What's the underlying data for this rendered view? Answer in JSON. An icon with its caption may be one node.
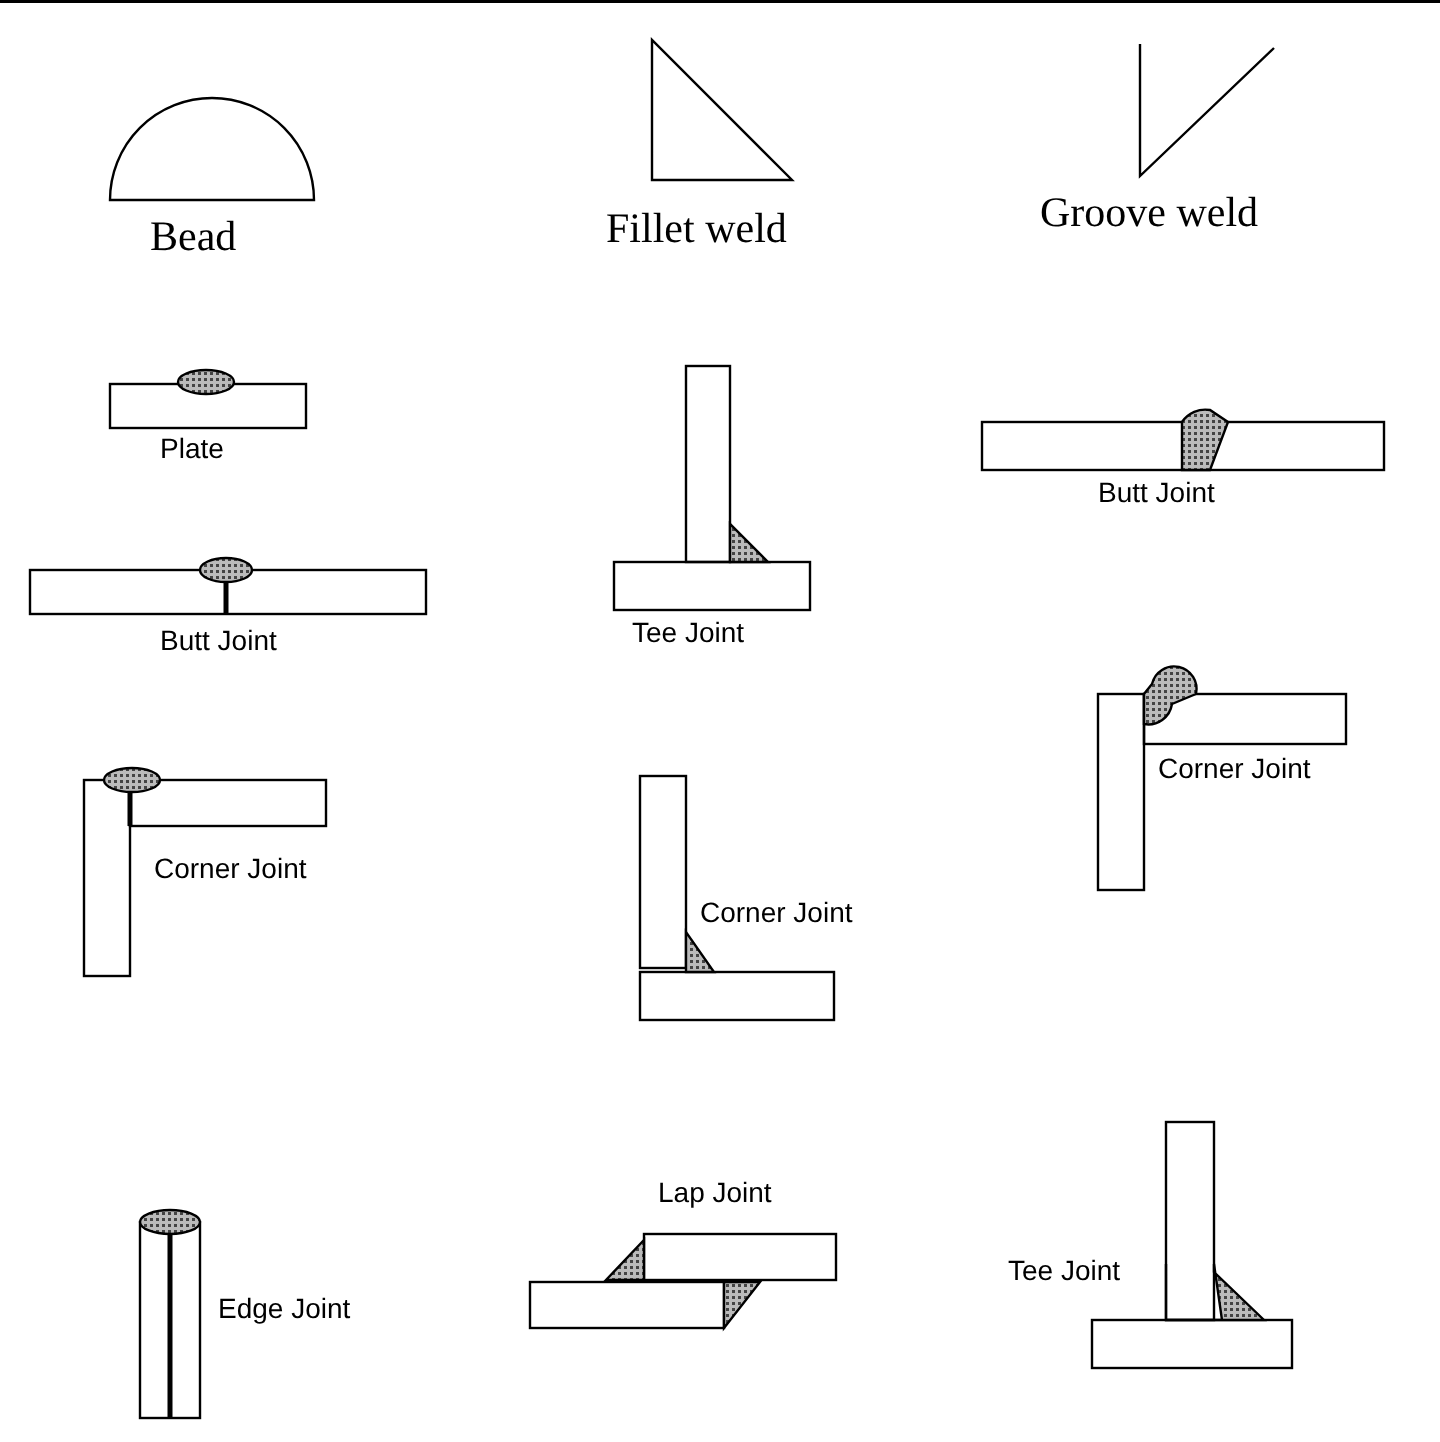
{
  "diagram": {
    "labels": [
      "Bead",
      "Fillet weld",
      "Groove weld",
      "Plate",
      "Butt Joint",
      "Butt Joint",
      "Tee Joint",
      "Corner Joint",
      "Corner Joint",
      "Corner Joint",
      "Lap Joint",
      "Tee Joint",
      "Edge Joint"
    ]
  }
}
